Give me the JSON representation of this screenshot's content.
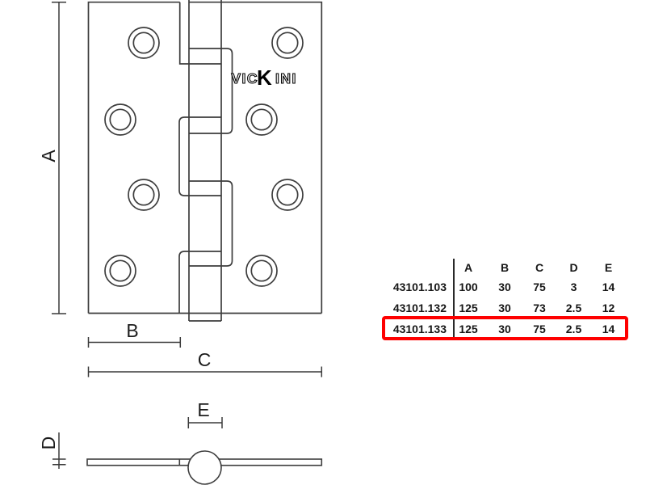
{
  "brand": {
    "logo_pre": "VIC",
    "logo_k": "K",
    "logo_post": "INI"
  },
  "dimension_labels": {
    "a": "A",
    "b": "B",
    "c": "C",
    "d": "D",
    "e": "E"
  },
  "table": {
    "columns": [
      "A",
      "B",
      "C",
      "D",
      "E"
    ],
    "rows": [
      {
        "code": "43101.103",
        "values": [
          "100",
          "30",
          "75",
          "3",
          "14"
        ],
        "highlighted": false
      },
      {
        "code": "43101.132",
        "values": [
          "125",
          "30",
          "73",
          "2.5",
          "12"
        ],
        "highlighted": false
      },
      {
        "code": "43101.133",
        "values": [
          "125",
          "30",
          "75",
          "2.5",
          "14"
        ],
        "highlighted": true
      }
    ],
    "highlight_color": "#fe0000"
  },
  "colors": {
    "line": "#3d3d3d",
    "text": "#1c1c1c",
    "background": "#ffffff"
  }
}
